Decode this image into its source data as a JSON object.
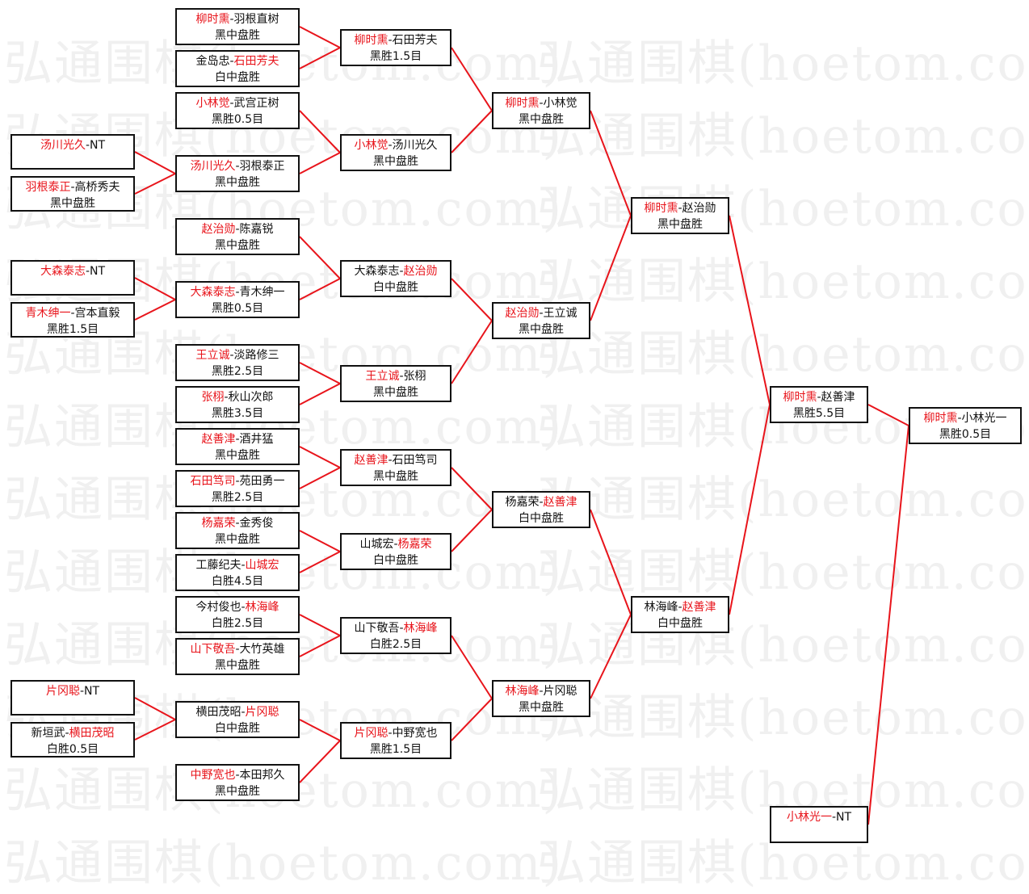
{
  "separator": "-",
  "watermark": "弘通围棋(hoetom.com)",
  "colors": {
    "winner": "#e8141b",
    "line": "#e8141b",
    "border": "#111111",
    "watermark": "#f0f0f0"
  },
  "matches": [
    {
      "p1": "汤川光久",
      "p2": "NT",
      "winner": 1,
      "result": ""
    },
    {
      "p1": "羽根泰正",
      "p2": "高桥秀夫",
      "winner": 1,
      "result": "黑中盘胜"
    },
    {
      "p1": "大森泰志",
      "p2": "NT",
      "winner": 1,
      "result": ""
    },
    {
      "p1": "青木绅一",
      "p2": "宫本直毅",
      "winner": 1,
      "result": "黑胜1.5目"
    },
    {
      "p1": "片冈聪",
      "p2": "NT",
      "winner": 1,
      "result": ""
    },
    {
      "p1": "新垣武",
      "p2": "横田茂昭",
      "winner": 2,
      "result": "白胜0.5目"
    },
    {
      "p1": "柳时熏",
      "p2": "羽根直树",
      "winner": 1,
      "result": "黑中盘胜"
    },
    {
      "p1": "金岛忠",
      "p2": "石田芳夫",
      "winner": 2,
      "result": "白中盘胜"
    },
    {
      "p1": "小林觉",
      "p2": "武宫正树",
      "winner": 1,
      "result": "黑胜0.5目"
    },
    {
      "p1": "汤川光久",
      "p2": "羽根泰正",
      "winner": 1,
      "result": "黑中盘胜"
    },
    {
      "p1": "赵治勋",
      "p2": "陈嘉锐",
      "winner": 1,
      "result": "黑中盘胜"
    },
    {
      "p1": "大森泰志",
      "p2": "青木绅一",
      "winner": 1,
      "result": "黑胜0.5目"
    },
    {
      "p1": "王立诚",
      "p2": "淡路修三",
      "winner": 1,
      "result": "黑胜2.5目"
    },
    {
      "p1": "张栩",
      "p2": "秋山次郎",
      "winner": 1,
      "result": "黑胜3.5目"
    },
    {
      "p1": "赵善津",
      "p2": "酒井猛",
      "winner": 1,
      "result": "黑中盘胜"
    },
    {
      "p1": "石田笃司",
      "p2": "苑田勇一",
      "winner": 1,
      "result": "黑胜2.5目"
    },
    {
      "p1": "杨嘉荣",
      "p2": "金秀俊",
      "winner": 1,
      "result": "黑中盘胜"
    },
    {
      "p1": "工藤纪夫",
      "p2": "山城宏",
      "winner": 2,
      "result": "白胜4.5目"
    },
    {
      "p1": "今村俊也",
      "p2": "林海峰",
      "winner": 2,
      "result": "白胜2.5目"
    },
    {
      "p1": "山下敬吾",
      "p2": "大竹英雄",
      "winner": 1,
      "result": "黑中盘胜"
    },
    {
      "p1": "横田茂昭",
      "p2": "片冈聪",
      "winner": 2,
      "result": "白中盘胜"
    },
    {
      "p1": "中野宽也",
      "p2": "本田邦久",
      "winner": 1,
      "result": "黑中盘胜"
    },
    {
      "p1": "柳时熏",
      "p2": "石田芳夫",
      "winner": 1,
      "result": "黑胜1.5目"
    },
    {
      "p1": "小林觉",
      "p2": "汤川光久",
      "winner": 1,
      "result": "黑中盘胜"
    },
    {
      "p1": "大森泰志",
      "p2": "赵治勋",
      "winner": 2,
      "result": "白中盘胜"
    },
    {
      "p1": "王立诚",
      "p2": "张栩",
      "winner": 1,
      "result": "黑中盘胜"
    },
    {
      "p1": "赵善津",
      "p2": "石田笃司",
      "winner": 1,
      "result": "黑中盘胜"
    },
    {
      "p1": "山城宏",
      "p2": "杨嘉荣",
      "winner": 2,
      "result": "白中盘胜"
    },
    {
      "p1": "山下敬吾",
      "p2": "林海峰",
      "winner": 2,
      "result": "白胜2.5目"
    },
    {
      "p1": "片冈聪",
      "p2": "中野宽也",
      "winner": 1,
      "result": "黑胜1.5目"
    },
    {
      "p1": "柳时熏",
      "p2": "小林觉",
      "winner": 1,
      "result": "黑中盘胜"
    },
    {
      "p1": "赵治勋",
      "p2": "王立诚",
      "winner": 1,
      "result": "黑中盘胜"
    },
    {
      "p1": "杨嘉荣",
      "p2": "赵善津",
      "winner": 2,
      "result": "白中盘胜"
    },
    {
      "p1": "林海峰",
      "p2": "片冈聪",
      "winner": 1,
      "result": "黑中盘胜"
    },
    {
      "p1": "柳时熏",
      "p2": "赵治勋",
      "winner": 1,
      "result": "黑中盘胜"
    },
    {
      "p1": "林海峰",
      "p2": "赵善津",
      "winner": 2,
      "result": "白中盘胜"
    },
    {
      "p1": "柳时熏",
      "p2": "赵善津",
      "winner": 1,
      "result": "黑胜5.5目"
    },
    {
      "p1": "小林光一",
      "p2": "NT",
      "winner": 1,
      "result": ""
    },
    {
      "p1": "柳时熏",
      "p2": "小林光一",
      "winner": 1,
      "result": "黑胜0.5目"
    }
  ]
}
